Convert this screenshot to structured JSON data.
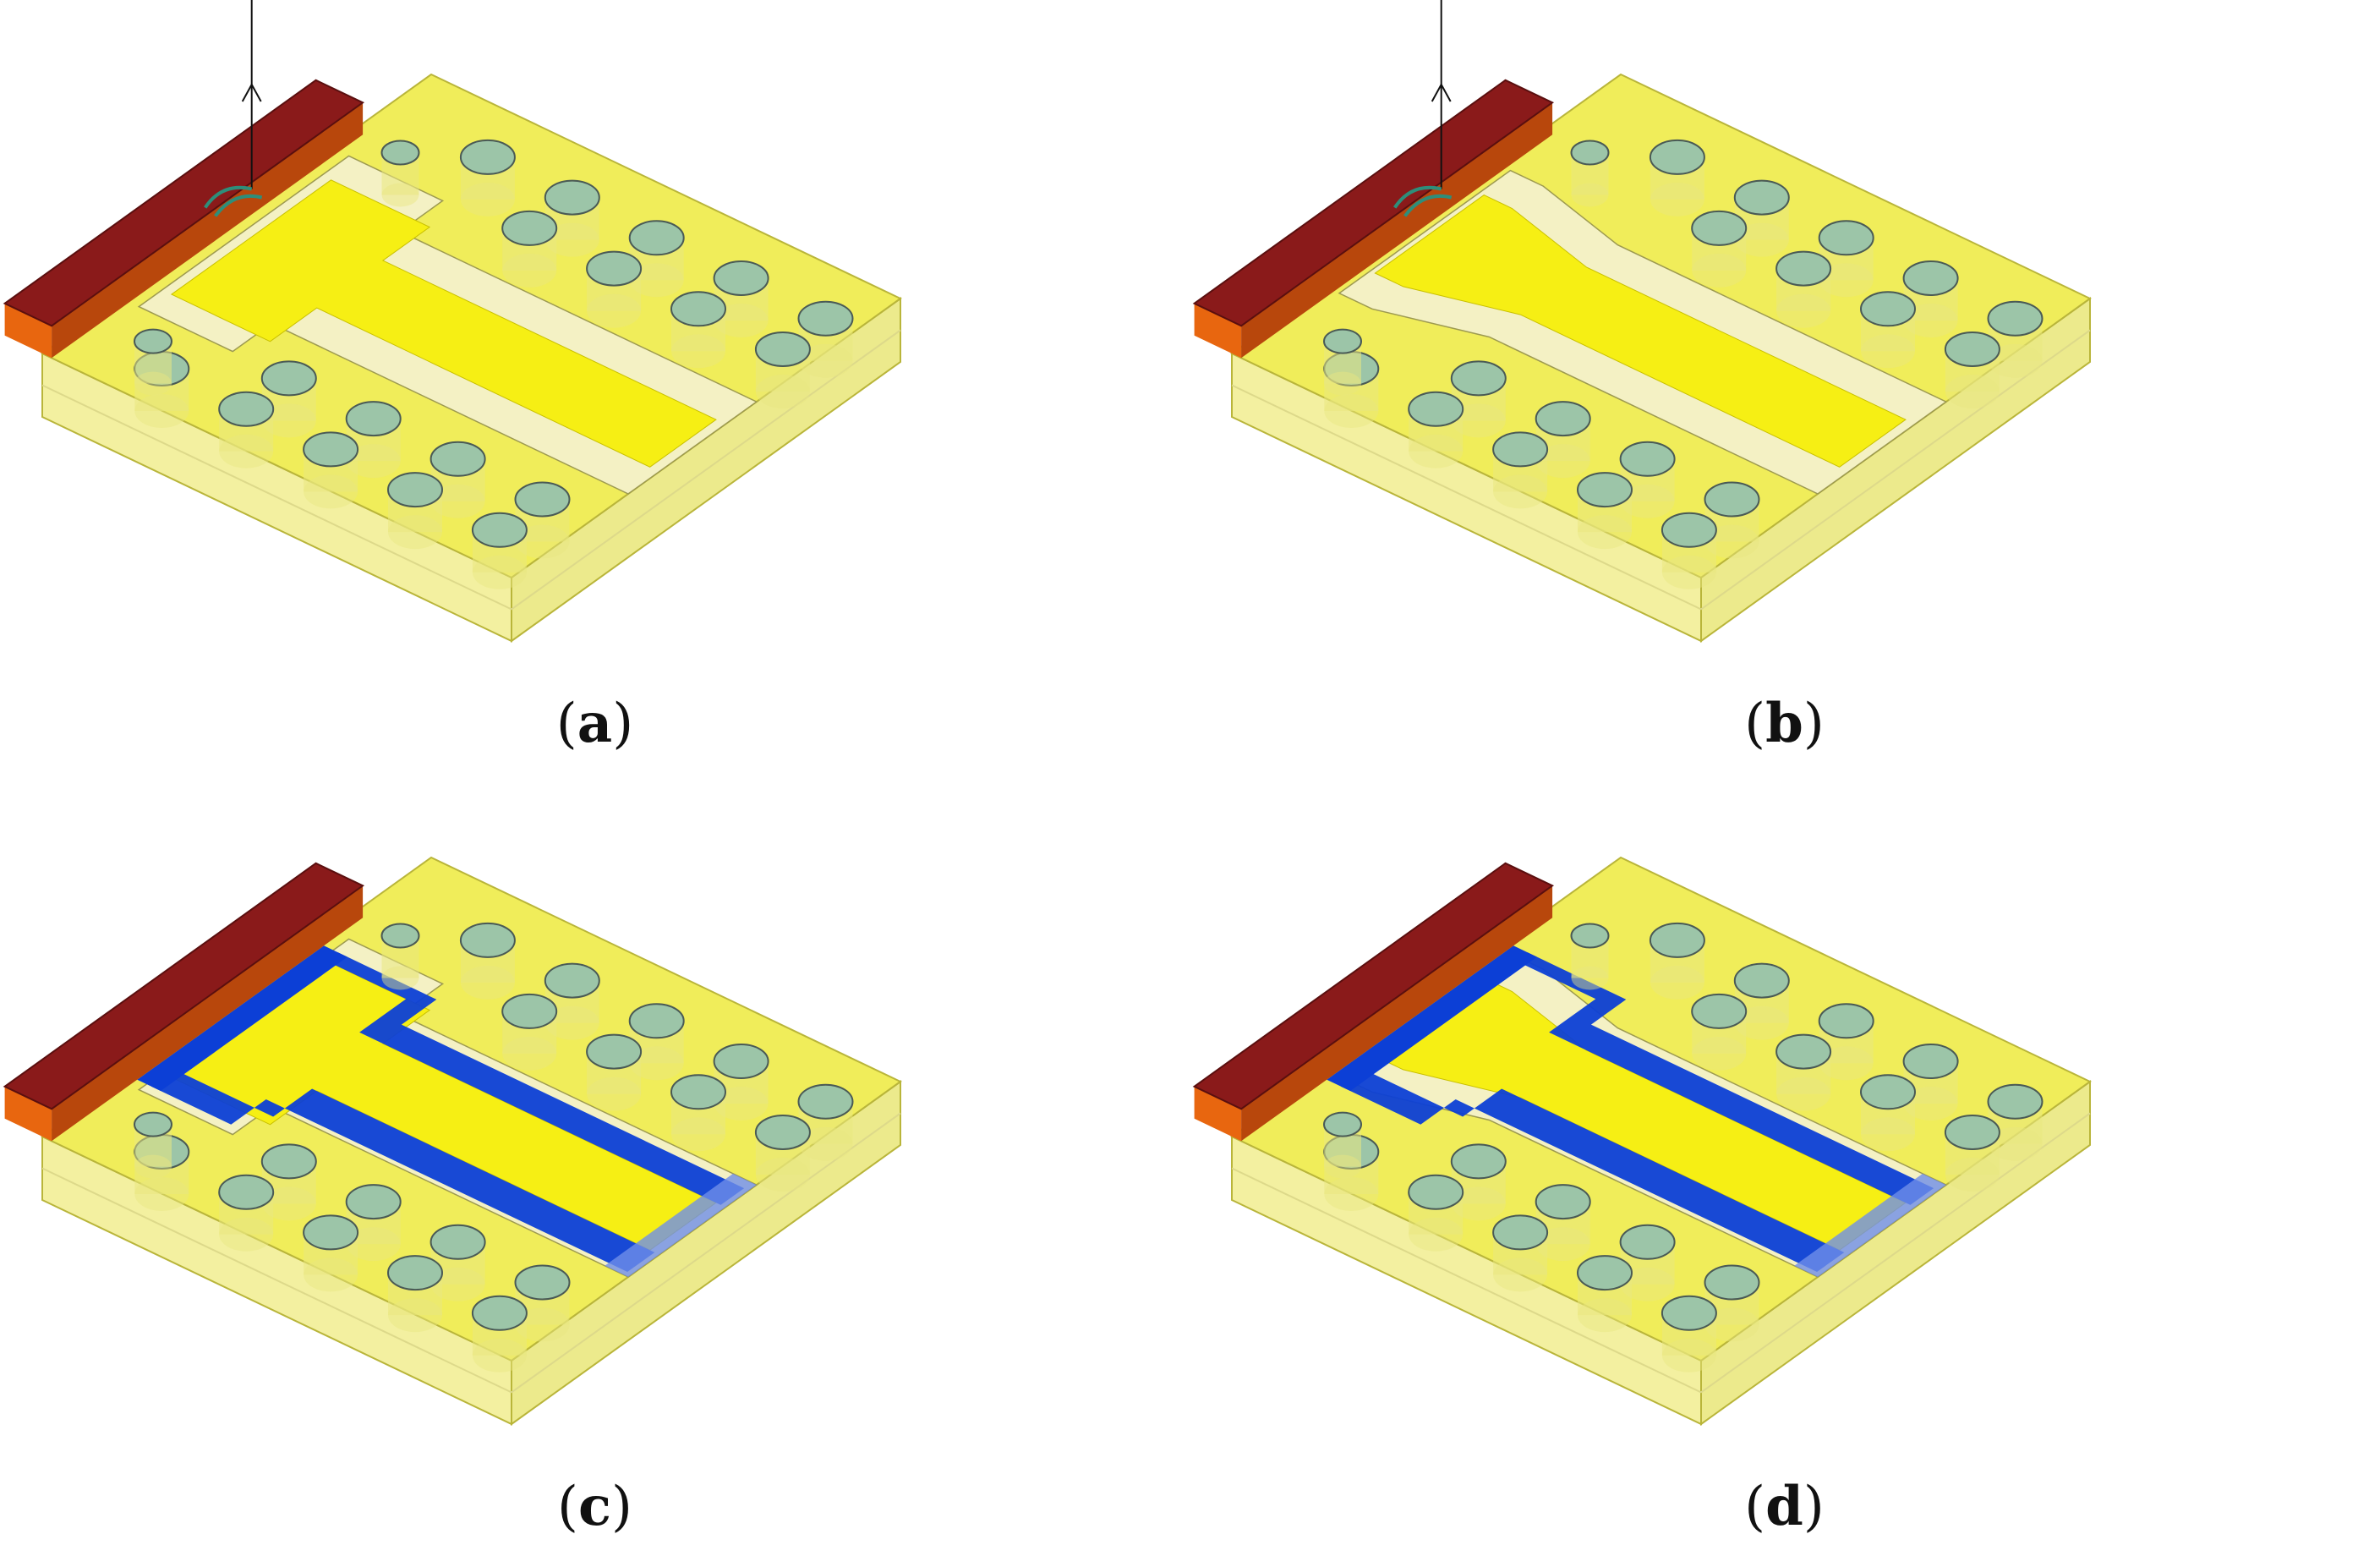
{
  "figure": {
    "panels": [
      {
        "id": "a",
        "label": "a",
        "trace": "straight",
        "variant": "bare"
      },
      {
        "id": "b",
        "label": "b",
        "trace": "tapered",
        "variant": "bare"
      },
      {
        "id": "c",
        "label": "c",
        "trace": "straight",
        "variant": "field"
      },
      {
        "id": "d",
        "label": "d",
        "trace": "tapered",
        "variant": "field"
      }
    ],
    "colors": {
      "substrate": "#f0ed5a",
      "substrate_edge": "#b9b53a",
      "trace": "#f6ef14",
      "gap": "#f4f1c4",
      "via": "#9cc5a8",
      "via_edge": "#4a5a55",
      "connector_dark": "#8a1a1a",
      "connector_light": "#e8660f",
      "field": "#0c3fd6",
      "field_light": "#6f8fe8"
    }
  }
}
